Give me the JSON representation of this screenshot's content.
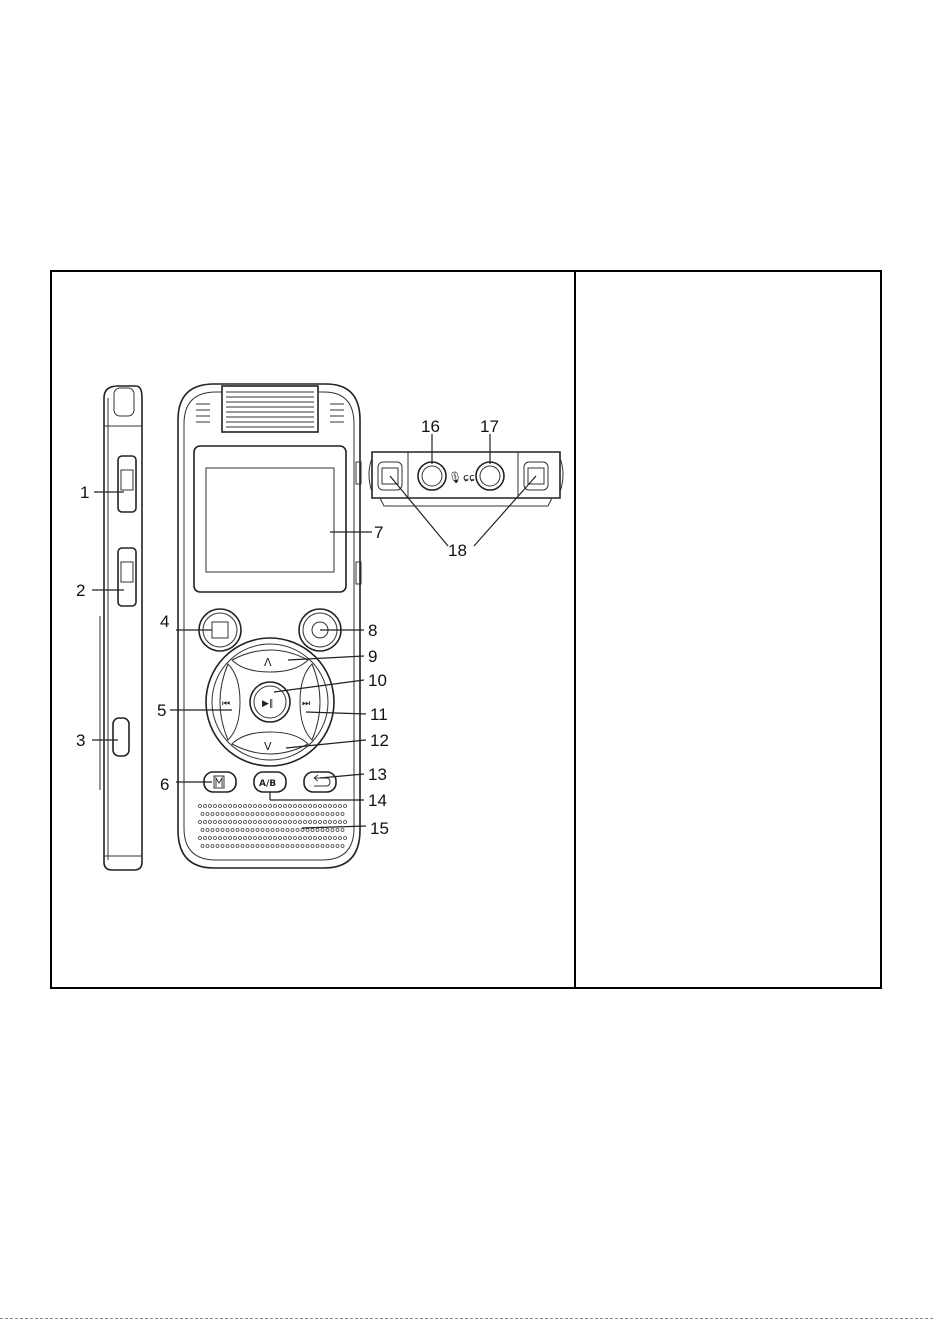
{
  "callouts": {
    "c1": "1",
    "c2": "2",
    "c3": "3",
    "c4": "4",
    "c5": "5",
    "c6": "6",
    "c7": "7",
    "c8": "8",
    "c9": "9",
    "c10": "10",
    "c11": "11",
    "c12": "12",
    "c13": "13",
    "c14": "14",
    "c15": "15",
    "c16": "16",
    "c17": "17",
    "c18": "18"
  },
  "button_glyphs": {
    "ab": "A/B"
  },
  "colors": {
    "line": "#222222",
    "background": "#ffffff"
  }
}
